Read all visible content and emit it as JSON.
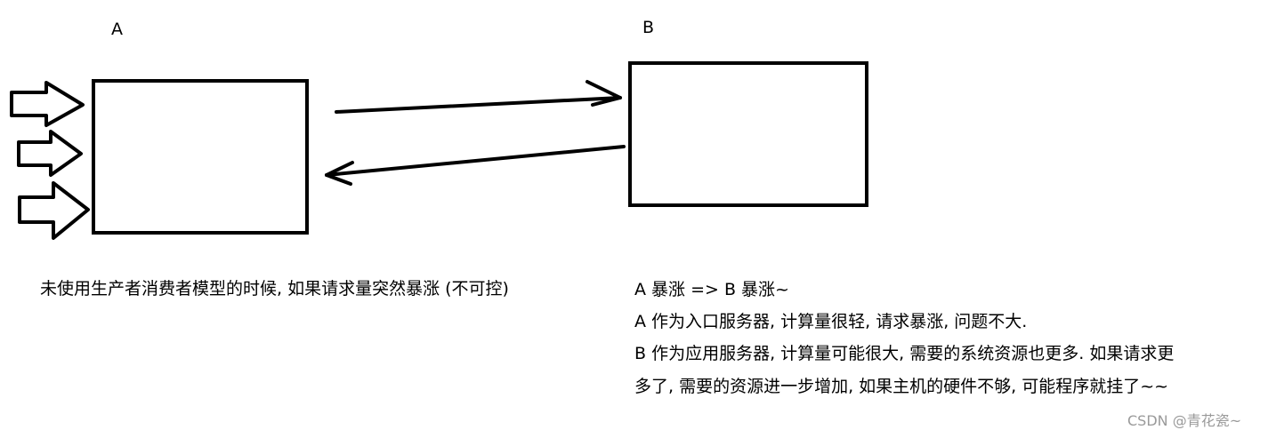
{
  "labels": {
    "a": "A",
    "b": "B"
  },
  "left_caption": "未使用生产者消费者模型的时候, 如果请求量突然暴涨 (不可控)",
  "right_notes": [
    "A 暴涨 => B 暴涨~",
    "A 作为入口服务器, 计算量很轻, 请求暴涨, 问题不大.",
    "B 作为应用服务器, 计算量可能很大, 需要的系统资源也更多. 如果请求更",
    "多了, 需要的资源进一步增加, 如果主机的硬件不够, 可能程序就挂了~~"
  ],
  "watermark": "CSDN @青花瓷~",
  "colors": {
    "stroke": "#000000",
    "watermark": "#9a9a9a"
  }
}
